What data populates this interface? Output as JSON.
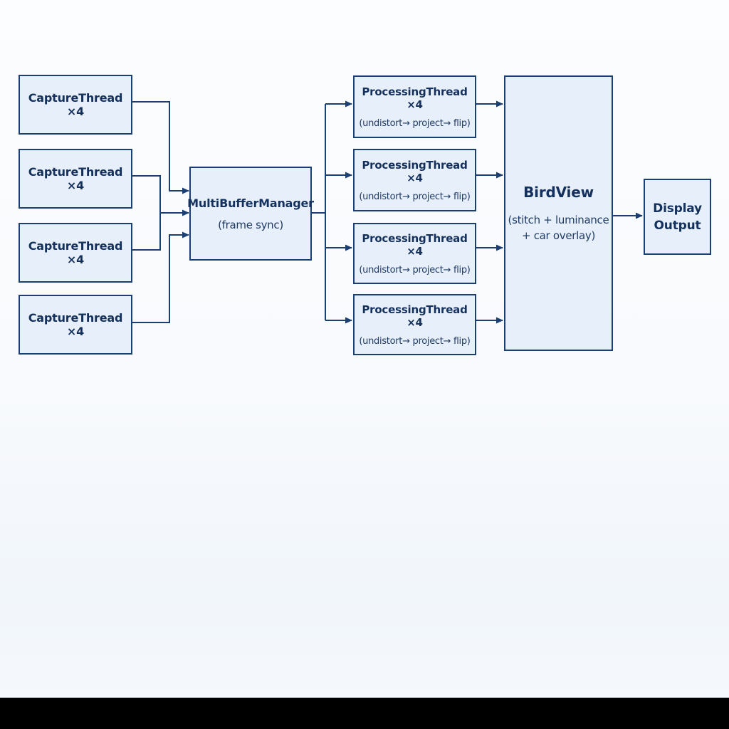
{
  "diagram": {
    "capture_threads": [
      {
        "label": "CaptureThread ×4"
      },
      {
        "label": "CaptureThread ×4"
      },
      {
        "label": "CaptureThread ×4"
      },
      {
        "label": "CaptureThread ×4"
      }
    ],
    "buffer_manager": {
      "title": "MultiBufferManager",
      "subtitle": "(frame sync)"
    },
    "processing_threads": [
      {
        "title": "ProcessingThread ×4",
        "subtitle": "(undistort→ project→ flip)"
      },
      {
        "title": "ProcessingThread ×4",
        "subtitle": "(undistort→ project→ flip)"
      },
      {
        "title": "ProcessingThread ×4",
        "subtitle": "(undistort→ project→ flip)"
      },
      {
        "title": "ProcessingThread ×4",
        "subtitle": "(undistort→ project→ flip)"
      }
    ],
    "bird_view": {
      "title": "BirdView",
      "subtitle": "(stitch + luminance\n+ car overlay)"
    },
    "display": {
      "title": "Display\nOutput"
    },
    "colors": {
      "box_fill": "#e7f0fa",
      "box_border": "#1c3f73",
      "connector": "#1c3f73",
      "text": "#14305c"
    }
  }
}
